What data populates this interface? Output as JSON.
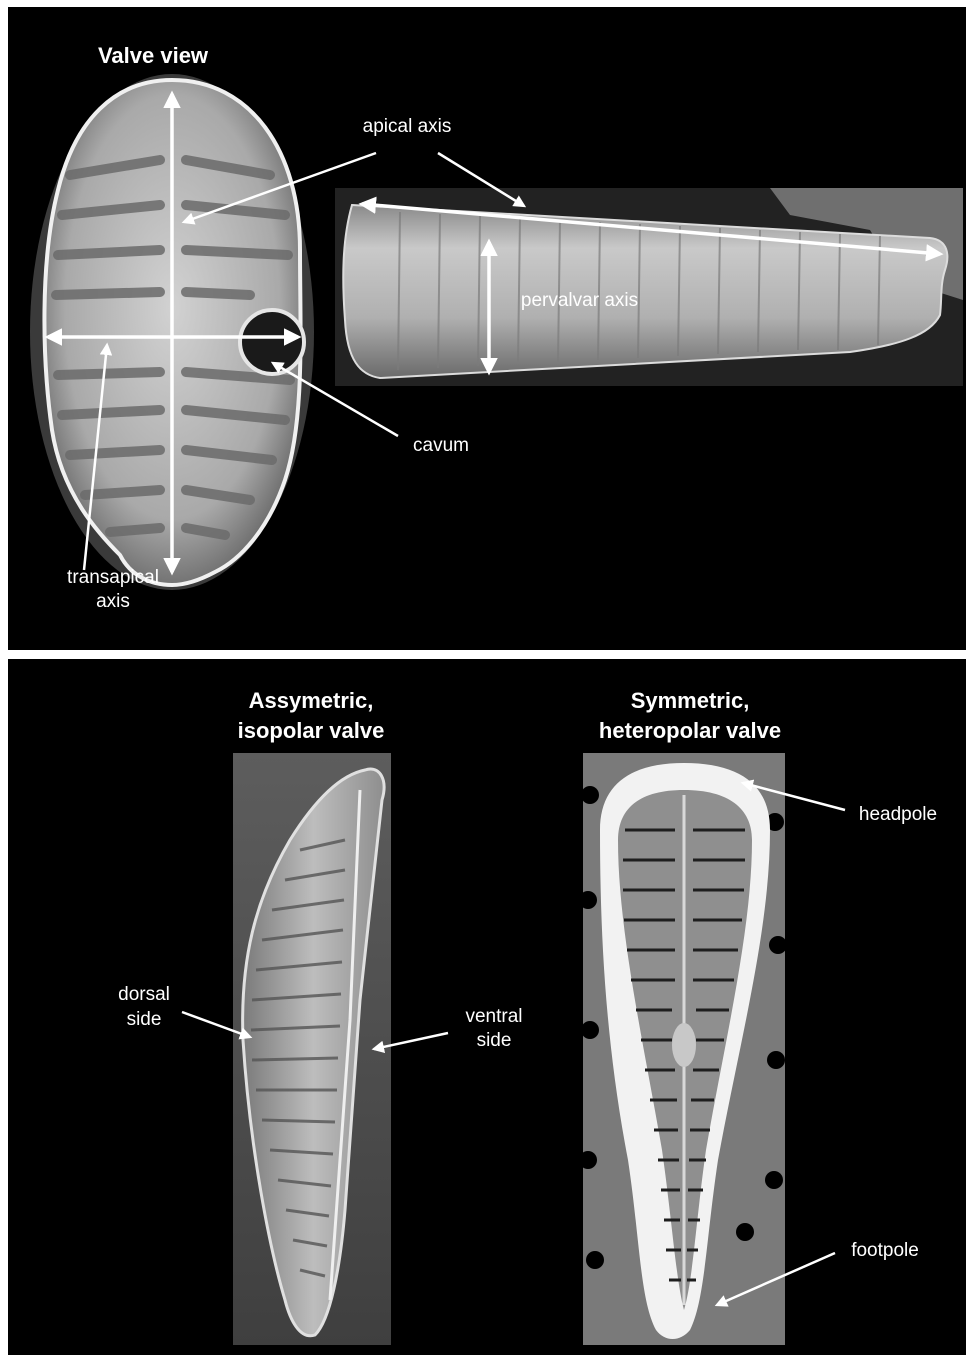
{
  "figure": {
    "top_panel": {
      "title": "Valve view",
      "labels": {
        "apical_axis": "apical axis",
        "pervalvar_axis": "pervalvar axis",
        "cavum": "cavum",
        "transapical_axis_line1": "transapical",
        "transapical_axis_line2": "axis"
      }
    },
    "bottom_panel": {
      "left_title_line1": "Assymetric,",
      "left_title_line2": "isopolar valve",
      "right_title_line1": "Symmetric,",
      "right_title_line2": "heteropolar valve",
      "labels": {
        "dorsal_line1": "dorsal",
        "dorsal_line2": "side",
        "ventral_line1": "ventral",
        "ventral_line2": "side",
        "headpole": "headpole",
        "footpole": "footpole"
      }
    }
  },
  "colors": {
    "background": "#000000",
    "annotation": "#ffffff",
    "specimen": "#b9b9b9"
  }
}
